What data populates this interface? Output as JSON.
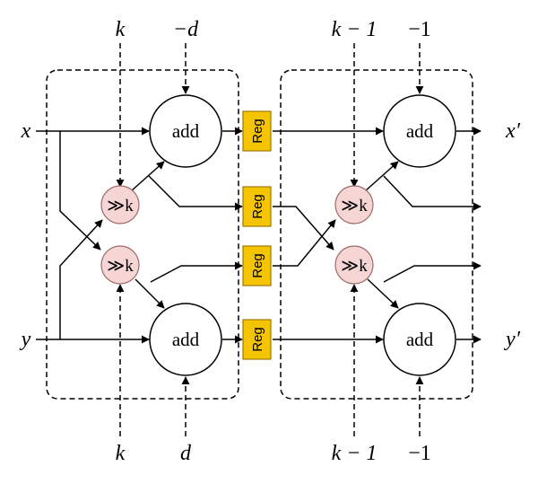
{
  "inputs": {
    "x": "x",
    "y": "y"
  },
  "outputs": {
    "x_out": "x′",
    "y_out": "y′"
  },
  "stage1": {
    "top_labels": {
      "shift": "k",
      "offset": "−d"
    },
    "bottom_labels": {
      "shift": "k",
      "offset": "d"
    },
    "adder_label": "add",
    "shifter_label": "≫k"
  },
  "stage2": {
    "top_labels": {
      "shift": "k − 1",
      "offset": "−1"
    },
    "bottom_labels": {
      "shift": "k − 1",
      "offset": "−1"
    },
    "adder_label": "add",
    "shifter_label": "≫k"
  },
  "register_label": "Reg",
  "colors": {
    "register_fill": "#F5C400",
    "register_stroke": "#A07800",
    "shifter_fill": "#F6D5D5",
    "shifter_stroke": "#9C6A6A"
  }
}
